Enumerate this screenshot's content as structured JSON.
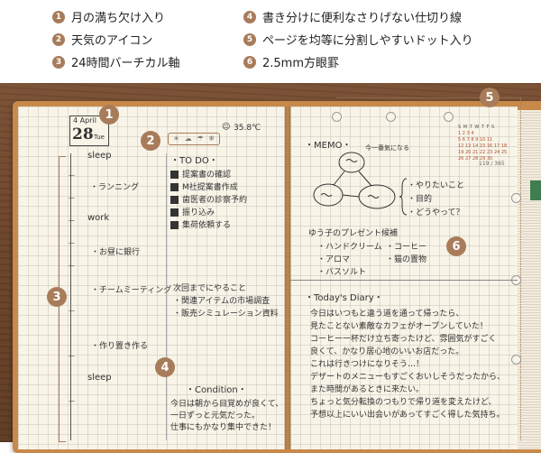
{
  "legend": {
    "items": [
      {
        "num": "1",
        "label": "月の満ち欠け入り"
      },
      {
        "num": "2",
        "label": "天気のアイコン"
      },
      {
        "num": "3",
        "label": "24時間バーチカル軸"
      },
      {
        "num": "4",
        "label": "書き分けに便利なさりげない仕切り線"
      },
      {
        "num": "5",
        "label": "ページを均等に分割しやすいドット入り"
      },
      {
        "num": "6",
        "label": "2.5mm方眼罫"
      }
    ]
  },
  "left_page": {
    "date_month": "4 April",
    "date_day": "28",
    "date_weekday": "Tue",
    "temperature": "35.8℃",
    "sleep_1": "sleep",
    "running": "・ランニング",
    "work": "work",
    "lunch": "・お昼に銀行",
    "meeting": "・チームミーティング",
    "cooking": "・作り置き作る",
    "sleep_2": "sleep",
    "todo_title": "TO DO",
    "todo_items": [
      "提案書の確認",
      "M社提案書作成",
      "歯医者の診察予約",
      "振り込み",
      "集荷依頼する"
    ],
    "next_title": "次回までにやること",
    "next_items": [
      "・関連アイテムの市場調査",
      "・販売シミュレーション資料"
    ],
    "condition_title": "・Condition・",
    "condition_lines": [
      "今日は朝から目覚めが良くて、",
      "一日ずっと元気だった。",
      "仕事にもかなり集中できた！"
    ]
  },
  "right_page": {
    "memo_title": "MEMO",
    "mind_top": "今一番気になる",
    "mind_list": [
      "・やりたいこと",
      "・目的",
      "・どうやって？"
    ],
    "product_title": "ゆう子のプレゼント候補",
    "product_col1": [
      "・ハンドクリーム",
      "・アロマ",
      "・バスソルト"
    ],
    "product_col2": [
      "・コーヒー",
      "・猫の置物"
    ],
    "calendar_page": "119 / 365",
    "diary_title": "Today's Diary",
    "diary_lines": [
      "今日はいつもと違う道を通って帰ったら、",
      "見たことない素敵なカフェがオープンしていた！",
      "コーヒー一杯だけ立ち寄ったけど、雰囲気がすごく",
      "良くて、かなり居心地のいいお店だった。",
      "これは行きつけになりそう…！",
      "デザートのメニューもすごくおいしそうだったから、",
      "また時間があるときに来たい。",
      "ちょっと気分転換のつもりで帰り道を変えたけど、",
      "予想以上にいい出会いがあってすごく得した気持ち。"
    ]
  },
  "calendar": {
    "weekdays": [
      "S",
      "M",
      "T",
      "W",
      "T",
      "F",
      "S"
    ],
    "rows": [
      [
        "",
        "",
        "",
        "1",
        "2",
        "3",
        "4"
      ],
      [
        "5",
        "6",
        "7",
        "8",
        "9",
        "10",
        "11"
      ],
      [
        "12",
        "13",
        "14",
        "15",
        "16",
        "17",
        "18"
      ],
      [
        "19",
        "20",
        "21",
        "22",
        "23",
        "24",
        "25"
      ],
      [
        "26",
        "27",
        "28",
        "29",
        "30",
        "",
        ""
      ]
    ]
  },
  "callouts": [
    "1",
    "2",
    "3",
    "4",
    "5",
    "6"
  ],
  "colors": {
    "accent": "#a87c5a",
    "paper": "#f8f4e8",
    "desk": "#6b4429",
    "cover": "#c8894a"
  }
}
